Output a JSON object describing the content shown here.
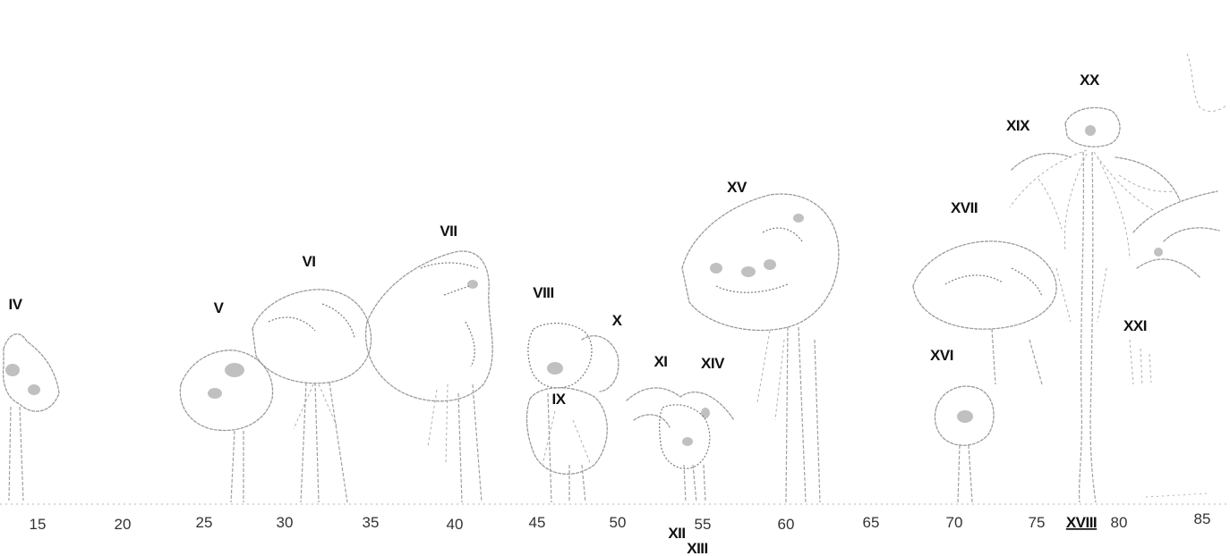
{
  "figure": {
    "type": "forest-profile-diagram",
    "axis": {
      "ticks": [
        "15",
        "20",
        "25",
        "30",
        "35",
        "40",
        "45",
        "50",
        "55",
        "60",
        "65",
        "70",
        "75",
        "80",
        "85"
      ]
    },
    "trees": [
      {
        "id": "IV",
        "label": "IV",
        "x": 13
      },
      {
        "id": "V",
        "label": "V",
        "x": 26
      },
      {
        "id": "VI",
        "label": "VI",
        "x": 32
      },
      {
        "id": "VII",
        "label": "VII",
        "x": 40
      },
      {
        "id": "VIII",
        "label": "VIII",
        "x": 46
      },
      {
        "id": "IX",
        "label": "IX",
        "x": 46.5
      },
      {
        "id": "X",
        "label": "X",
        "x": 50
      },
      {
        "id": "XI",
        "label": "XI",
        "x": 53
      },
      {
        "id": "XII",
        "label": "XII",
        "x": 54
      },
      {
        "id": "XIII",
        "label": "XIII",
        "x": 55
      },
      {
        "id": "XIV",
        "label": "XIV",
        "x": 55.5
      },
      {
        "id": "XV",
        "label": "XV",
        "x": 58
      },
      {
        "id": "XVI",
        "label": "XVI",
        "x": 71
      },
      {
        "id": "XVII",
        "label": "XVII",
        "x": 72
      },
      {
        "id": "XVIII",
        "label": "XVIII",
        "x": 78.5
      },
      {
        "id": "XIX",
        "label": "XIX",
        "x": 75
      },
      {
        "id": "XX",
        "label": "XX",
        "x": 79
      },
      {
        "id": "XXI",
        "label": "XXI",
        "x": 81
      }
    ]
  }
}
